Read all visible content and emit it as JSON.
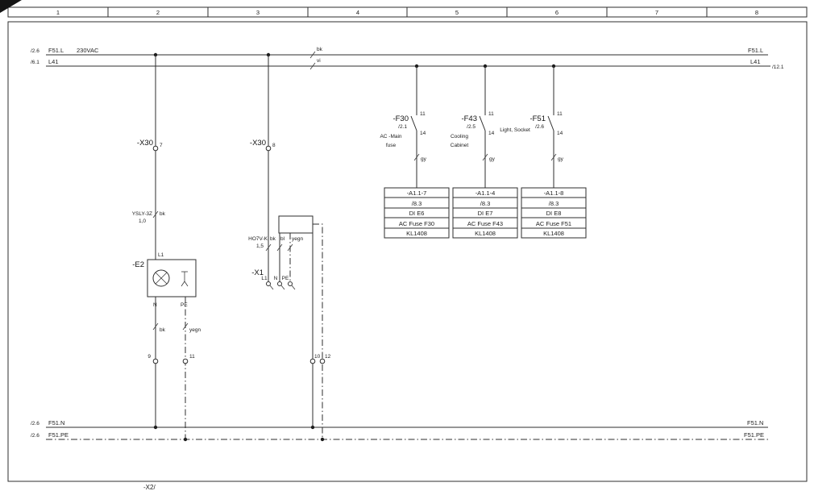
{
  "page": {
    "footer_fragment": "-X2/"
  },
  "ruler": {
    "columns": [
      "1",
      "2",
      "3",
      "4",
      "5",
      "6",
      "7",
      "8"
    ]
  },
  "rails": {
    "l": {
      "left_ref": "/2.6",
      "label_left": "F51.L",
      "voltage": "230VAC",
      "label_right": "F51.L",
      "color_mark": "bk"
    },
    "l41": {
      "left_ref": "/6.1",
      "label_left": "L41",
      "label_right": "L41",
      "right_ref": "/12.1",
      "color_mark": "vi"
    },
    "n": {
      "left_ref": "/2.6",
      "label_left": "F51.N",
      "label_right": "F51.N"
    },
    "pe": {
      "left_ref": "/2.6",
      "label_left": "F51.PE",
      "label_right": "F51.PE"
    }
  },
  "lamp_branch": {
    "terminal_name": "-X30",
    "terminal_pin": "7",
    "cable_type": "YSLY-3Z",
    "cable_color": "bk",
    "cable_size": "1,0",
    "pin_l1": "L1",
    "device_name": "-E2",
    "pin_n": "N",
    "pin_pe": "PE",
    "wire_color_n": "bk",
    "wire_color_pe": "yegn",
    "bottom_pin_n": "9",
    "bottom_pin_pe": "11"
  },
  "socket_branch": {
    "terminal_name": "-X30",
    "terminal_pin": "8",
    "cable_type": "HO7V-K",
    "cable_color_l": "bk",
    "cable_color_n": "bl",
    "cable_color_pe": "yegn",
    "cable_size": "1,5",
    "connector_name": "-X1",
    "pin_l1": "L1",
    "pin_n": "N",
    "pin_pe": "PE",
    "bottom_pin_n": "10",
    "bottom_pin_pe": "12"
  },
  "fuse_circuits": [
    {
      "name": "-F30",
      "ref": "/2.1",
      "pin_top": "11",
      "pin_bottom": "14",
      "desc_line1": "AC -Main",
      "desc_line2": "fuse",
      "wire_color": "gy",
      "block_rows": [
        "-A1.1-7",
        "/8.3",
        "DI E6",
        "AC Fuse F30",
        "KL1408"
      ]
    },
    {
      "name": "-F43",
      "ref": "/2.5",
      "pin_top": "11",
      "pin_bottom": "14",
      "desc_line1": "Cooling",
      "desc_line2": "Cabinet",
      "wire_color": "gy",
      "block_rows": [
        "-A1.1-4",
        "/8.3",
        "DI E7",
        "AC Fuse F43",
        "KL1408"
      ]
    },
    {
      "name": "-F51",
      "ref": "/2.6",
      "pin_top": "11",
      "pin_bottom": "14",
      "desc_line1": "Light, Socket",
      "desc_line2": "",
      "wire_color": "gy",
      "block_rows": [
        "-A1.1-8",
        "/8.3",
        "DI E8",
        "AC Fuse F51",
        "KL1408"
      ]
    }
  ]
}
